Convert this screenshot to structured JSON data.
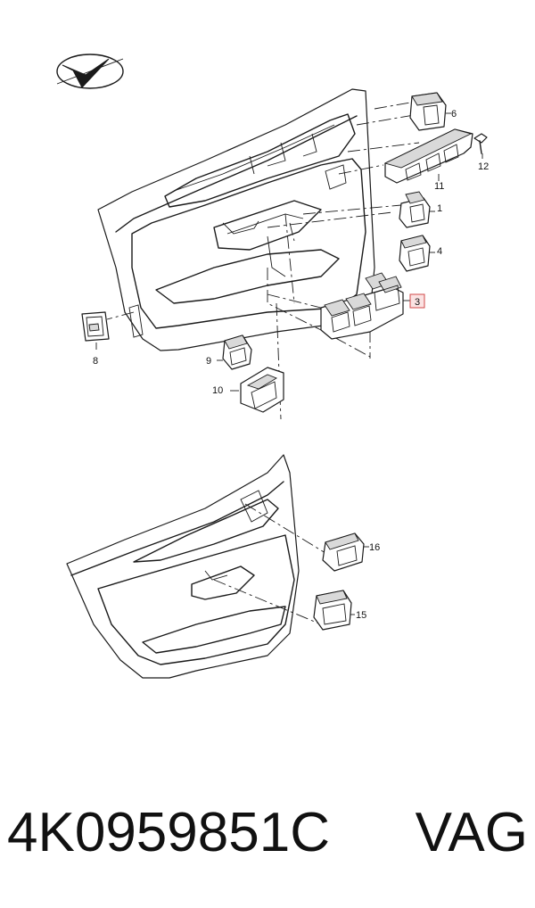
{
  "callouts": {
    "c1": "1",
    "c3": "3",
    "c4": "4",
    "c6": "6",
    "c8": "8",
    "c9": "9",
    "c10": "10",
    "c11": "11",
    "c12": "12",
    "c15": "15",
    "c16": "16"
  },
  "highlight_color": "#d04a4a",
  "footer": {
    "part_number": "4K0959851C",
    "brand": "VAG"
  }
}
